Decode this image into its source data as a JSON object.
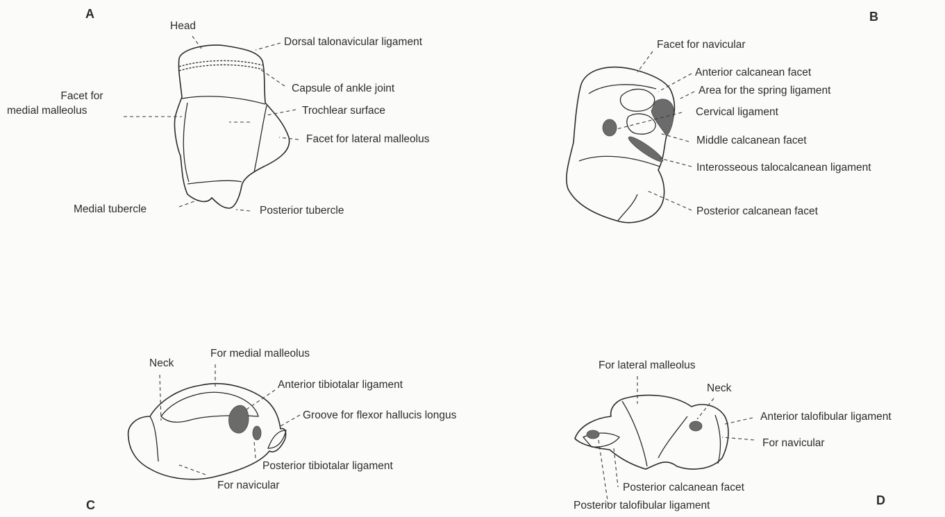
{
  "panels": {
    "a": {
      "letter": "A",
      "labels": {
        "head": "Head",
        "dorsal_talonavicular": "Dorsal talonavicular ligament",
        "capsule": "Capsule of ankle joint",
        "facet_medial_1": "Facet for",
        "facet_medial_2": "medial malleolus",
        "trochlear": "Trochlear surface",
        "facet_lateral": "Facet for lateral malleolus",
        "medial_tubercle": "Medial tubercle",
        "posterior_tubercle": "Posterior tubercle"
      }
    },
    "b": {
      "letter": "B",
      "labels": {
        "facet_navicular": "Facet for navicular",
        "anterior_calcanean": "Anterior calcanean facet",
        "spring_ligament": "Area for the spring ligament",
        "cervical_ligament": "Cervical ligament",
        "middle_calcanean": "Middle calcanean facet",
        "interosseous": "Interosseous talocalcanean ligament",
        "posterior_calcanean": "Posterior calcanean facet"
      }
    },
    "c": {
      "letter": "C",
      "labels": {
        "neck": "Neck",
        "medial_malleolus": "For medial malleolus",
        "anterior_tibiotalar": "Anterior tibiotalar ligament",
        "groove_fhl": "Groove for flexor hallucis longus",
        "posterior_tibiotalar": "Posterior tibiotalar ligament",
        "for_navicular": "For navicular"
      }
    },
    "d": {
      "letter": "D",
      "labels": {
        "lateral_malleolus": "For lateral malleolus",
        "neck": "Neck",
        "anterior_talofibular": "Anterior talofibular ligament",
        "for_navicular": "For navicular",
        "posterior_calcanean": "Posterior calcanean facet",
        "posterior_talofibular": "Posterior talofibular ligament"
      }
    }
  }
}
